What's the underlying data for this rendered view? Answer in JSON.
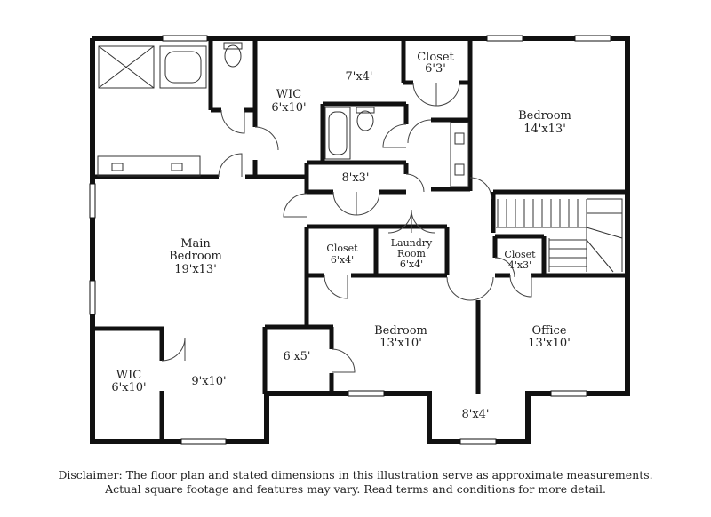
{
  "rooms": {
    "closet_top": {
      "name": "Closet",
      "dim": "6'3'"
    },
    "hall_7x4": {
      "dim": "7'x4'"
    },
    "wic_top": {
      "name": "WIC",
      "dim": "6'x10'"
    },
    "bedroom_top_right": {
      "name": "Bedroom",
      "dim": "14'x13'"
    },
    "hall_8x3": {
      "dim": "8'x3'"
    },
    "main_bedroom": {
      "name_line1": "Main",
      "name_line2": "Bedroom",
      "dim": "19'x13'"
    },
    "closet_mid": {
      "name": "Closet",
      "dim": "6'x4'"
    },
    "laundry": {
      "name_line1": "Laundry",
      "name_line2": "Room",
      "dim": "6'x4'"
    },
    "closet_right": {
      "name": "Closet",
      "dim": "4'x3'"
    },
    "bedroom_mid": {
      "name": "Bedroom",
      "dim": "13'x10'"
    },
    "office": {
      "name": "Office",
      "dim": "13'x10'"
    },
    "closet_6x5": {
      "dim": "6'x5'"
    },
    "wic_bottom": {
      "name": "WIC",
      "dim": "6'x10'"
    },
    "room_9x10": {
      "dim": "9'x10'"
    },
    "nook_8x4": {
      "dim": "8'x4'"
    }
  },
  "disclaimer": {
    "line1": "Disclaimer: The floor plan and stated dimensions in this illustration serve as approximate measurements.",
    "line2": "Actual square footage and features may vary. Read terms and conditions for more detail."
  }
}
